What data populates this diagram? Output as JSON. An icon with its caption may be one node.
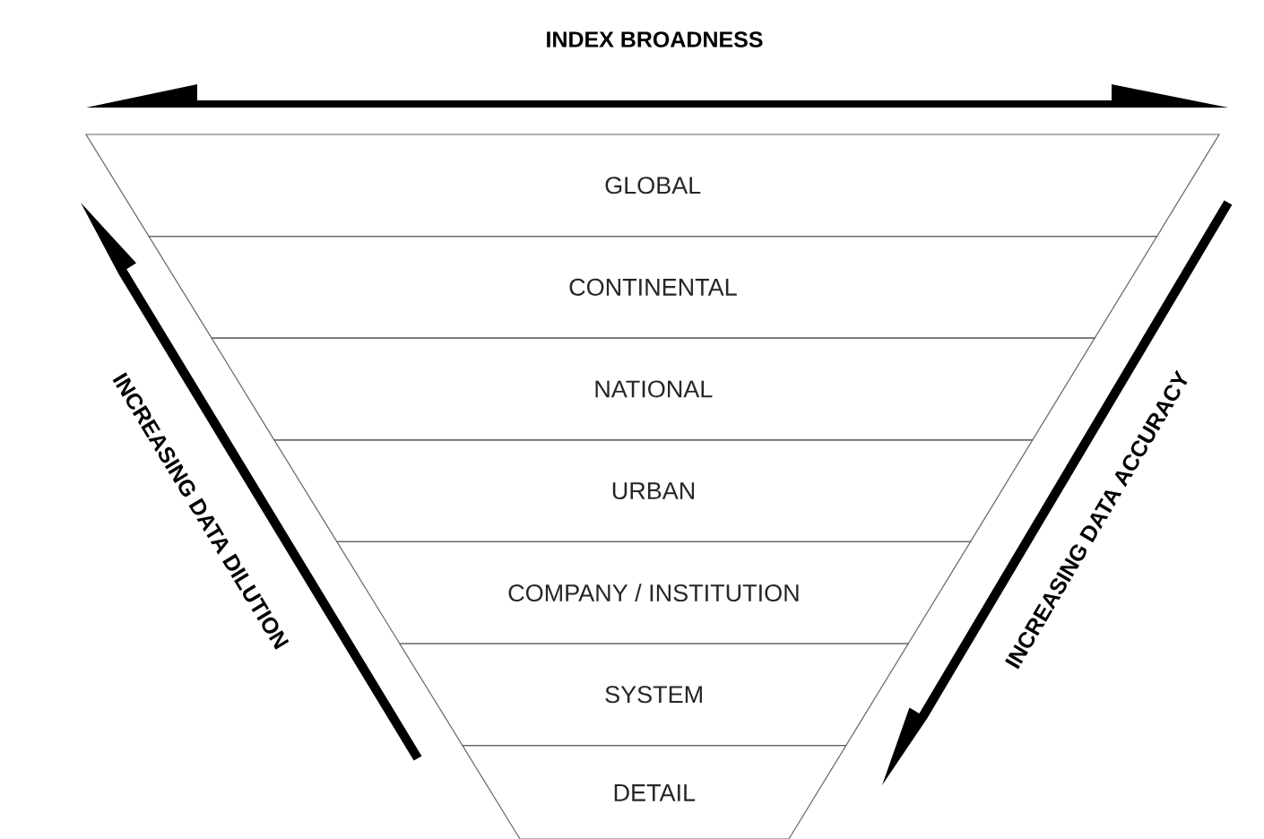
{
  "diagram": {
    "nodes": [
      {
        "text": [
          "GLOBAL"
        ]
      },
      {
        "text": [
          "CONTINENTAL"
        ]
      },
      {
        "text": [
          "NATIONAL"
        ]
      },
      {
        "text": [
          "URBAN"
        ]
      },
      {
        "text": [
          "COMPANY / INSTITUTION"
        ]
      },
      {
        "text": [
          "SYSTEM"
        ]
      },
      {
        "text": [
          "DETAIL"
        ]
      }
    ],
    "labels": [
      "INDEX BROADNESS",
      "INCREASING DATA DILUTION",
      "INCREASING DATA ACCURACY"
    ]
  }
}
